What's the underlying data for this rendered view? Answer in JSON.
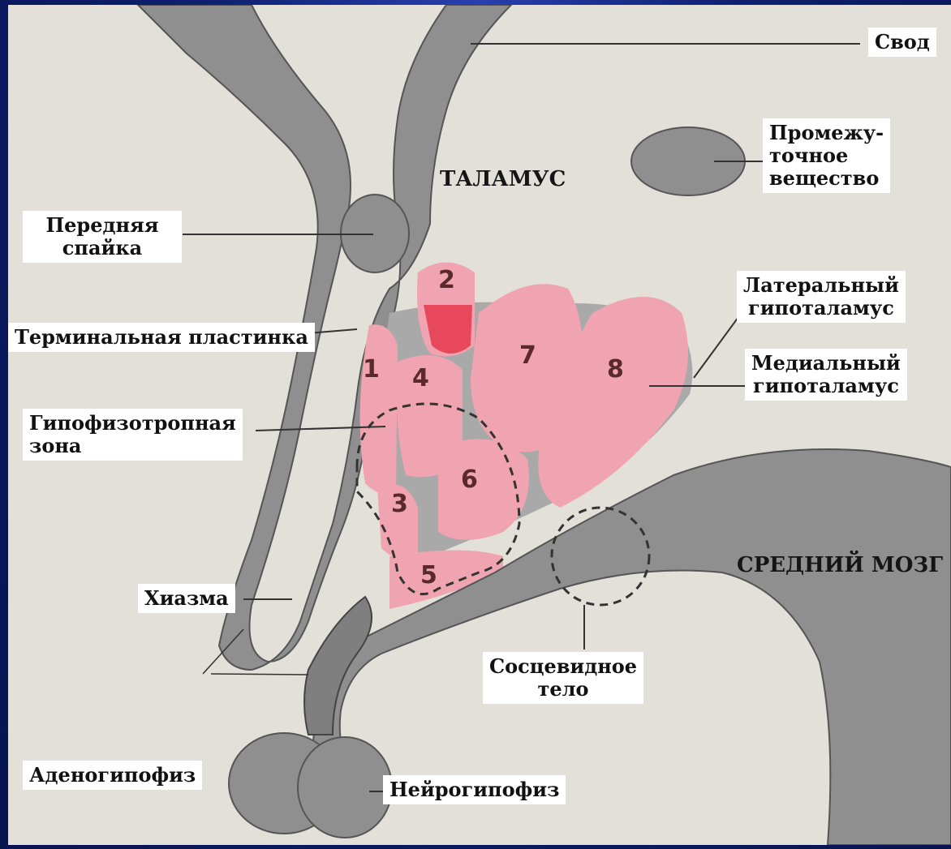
{
  "labels": {
    "svod": "Свод",
    "promezh": "Промежу-\nточное\nвещество",
    "talamus": "ТАЛАМУС",
    "perednyaya": "Передняя\nспайка",
    "lateral": "Латеральный\nгипоталамус",
    "terminal": "Терминальная пластинка",
    "medial": "Медиальный\nгипоталамус",
    "gipofizotrop": "Гипофизотропная\nзона",
    "sredniy": "СРЕДНИЙ МОЗГ",
    "hiazma": "Хиазма",
    "socevid": "Сосцевидное\nтело",
    "adeno": "Аденогипофиз",
    "neiro": "Нейрогипофиз"
  },
  "numbers": [
    "1",
    "2",
    "3",
    "4",
    "5",
    "6",
    "7",
    "8"
  ],
  "colors": {
    "frame": "#0d1f6e",
    "background": "#e3dfd9",
    "tissue_gray": "#8f8f8f",
    "nucleus_pink": "#f0a3b0",
    "nucleus_dark": "#e8485c"
  }
}
